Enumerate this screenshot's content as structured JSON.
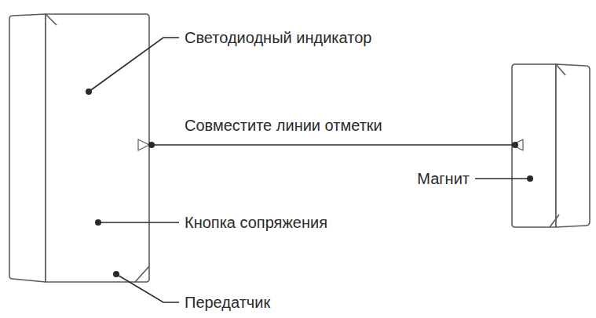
{
  "diagram": {
    "labels": [
      "Светодиодный индикатор",
      "Совместите линии отметки",
      "Магнит",
      "Кнопка сопряжения",
      "Передатчик"
    ]
  }
}
